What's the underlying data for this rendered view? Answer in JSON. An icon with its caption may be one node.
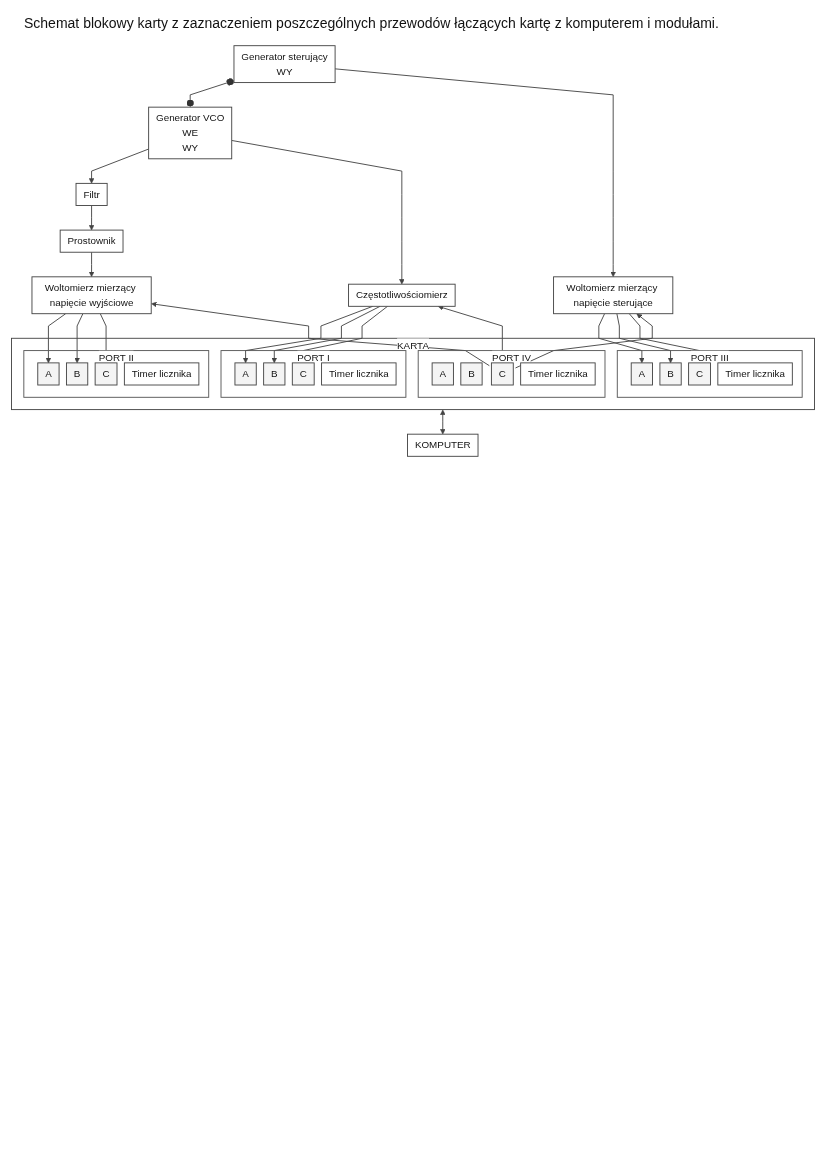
{
  "diagram": {
    "title": "Schemat blokowy karty z zaznaczeniem poszczególnych przewodów łączących kartę z komputerem i modułami.",
    "nodes": [
      {
        "text": [
          "Generator sterujący",
          "WY"
        ]
      },
      {
        "text": [
          "Woltomierz mierzący napięcie sterujące"
        ]
      },
      {
        "text": [
          "Generator VCO",
          "WE",
          "WY"
        ]
      },
      {
        "text": [
          "Woltomierz mierzący napięcie wyjściowe"
        ]
      },
      {
        "text": [
          "Filtr"
        ]
      },
      {
        "text": [
          "Prostownik"
        ]
      },
      {
        "text": [
          "Częstotliwościomierz"
        ]
      },
      {
        "text": [
          "KARTA"
        ]
      },
      {
        "text": [
          "PORT I"
        ],
        "in": 7
      },
      {
        "text": [
          "A"
        ],
        "in": 8
      },
      {
        "text": [
          "B"
        ],
        "in": 8
      },
      {
        "text": [
          "C"
        ],
        "in": 8
      },
      {
        "text": [
          "Timer licznika"
        ],
        "in": 8
      },
      {
        "text": [
          "PORT II"
        ],
        "in": 7
      },
      {
        "text": [
          "A"
        ],
        "in": 13
      },
      {
        "text": [
          "B"
        ],
        "in": 13
      },
      {
        "text": [
          "C"
        ],
        "in": 13
      },
      {
        "text": [
          "Timer licznika"
        ],
        "in": 13
      },
      {
        "text": [
          "PORT III"
        ],
        "in": 7
      },
      {
        "text": [
          "A"
        ],
        "in": 18
      },
      {
        "text": [
          "B"
        ],
        "in": 18
      },
      {
        "text": [
          "C"
        ],
        "in": 18
      },
      {
        "text": [
          "Timer licznika"
        ],
        "in": 18
      },
      {
        "text": [
          "PORT IV"
        ],
        "in": 7
      },
      {
        "text": [
          "A"
        ],
        "in": 23
      },
      {
        "text": [
          "B"
        ],
        "in": 23
      },
      {
        "text": [
          "C"
        ],
        "in": 23
      },
      {
        "text": [
          "Timer licznika"
        ],
        "in": 23
      },
      {
        "text": [
          "KOMPUTER"
        ]
      }
    ],
    "edges": [
      {
        "from": 0,
        "to": 2,
        "arrow": "other"
      },
      {
        "from": 0,
        "to": 1,
        "arrow": "to"
      },
      {
        "from": 2,
        "to": 4,
        "arrow": "to"
      },
      {
        "from": 2,
        "to": 6,
        "arrow": "to"
      },
      {
        "from": 4,
        "to": 5,
        "arrow": "to"
      },
      {
        "from": 5,
        "to": 3,
        "arrow": "to"
      },
      {
        "from": 6,
        "to": 9,
        "arrow": "to"
      },
      {
        "from": 6,
        "to": 10,
        "arrow": "to"
      },
      {
        "from": 6,
        "to": 11,
        "arrow": "to"
      },
      {
        "from": 3,
        "to": 14,
        "arrow": "to"
      },
      {
        "from": 3,
        "to": 15,
        "arrow": "to"
      },
      {
        "from": 3,
        "to": 16,
        "arrow": "to"
      },
      {
        "from": 1,
        "to": 19,
        "arrow": "to"
      },
      {
        "from": 1,
        "to": 20,
        "arrow": "to"
      },
      {
        "from": 1,
        "to": 21,
        "arrow": "to"
      },
      {
        "from": 26,
        "to": 1,
        "arrow": "to"
      },
      {
        "from": 26,
        "to": 3,
        "arrow": "to"
      },
      {
        "from": 26,
        "to": 6,
        "arrow": "to"
      },
      {
        "from": 7,
        "to": 28,
        "arrow": "both"
      }
    ]
  }
}
